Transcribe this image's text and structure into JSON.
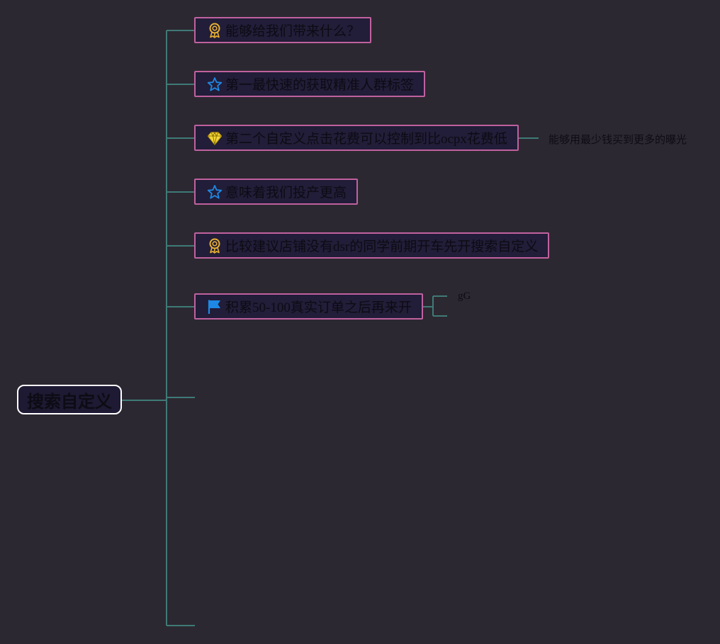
{
  "mindmap": {
    "root": {
      "label": "搜索自定义"
    },
    "topics": [
      {
        "label": "能够给我们带来什么？",
        "icon": "award-ribbon-icon",
        "icon_color": "#e8b131"
      },
      {
        "label": "第一最快速的获取精准人群标签",
        "icon": "star-outline-icon",
        "icon_color": "#1e88e5"
      },
      {
        "label": "第二个自定义点击花费可以控制到比ocpx花费低",
        "icon": "diamond-icon",
        "icon_color": "#f5d93b"
      },
      {
        "label": "意味着我们投产更高",
        "icon": "star-outline-icon",
        "icon_color": "#1e88e5"
      },
      {
        "label": "比较建议店铺没有dsr的同学前期开车先开搜索自定义",
        "icon": "award-ribbon-icon",
        "icon_color": "#e8b131"
      },
      {
        "label": "积累50-100真实订单之后再来开",
        "icon": "flag-icon",
        "icon_color": "#1e88e5"
      }
    ],
    "subtopics": {
      "cost_note": "能够用最少钱买到更多的曝光",
      "orders_note": "gG"
    },
    "colors": {
      "background": "#2c2831",
      "connector": "#3f7a76",
      "topic_border": "#c0619f",
      "root_border": "#ffffff"
    }
  }
}
